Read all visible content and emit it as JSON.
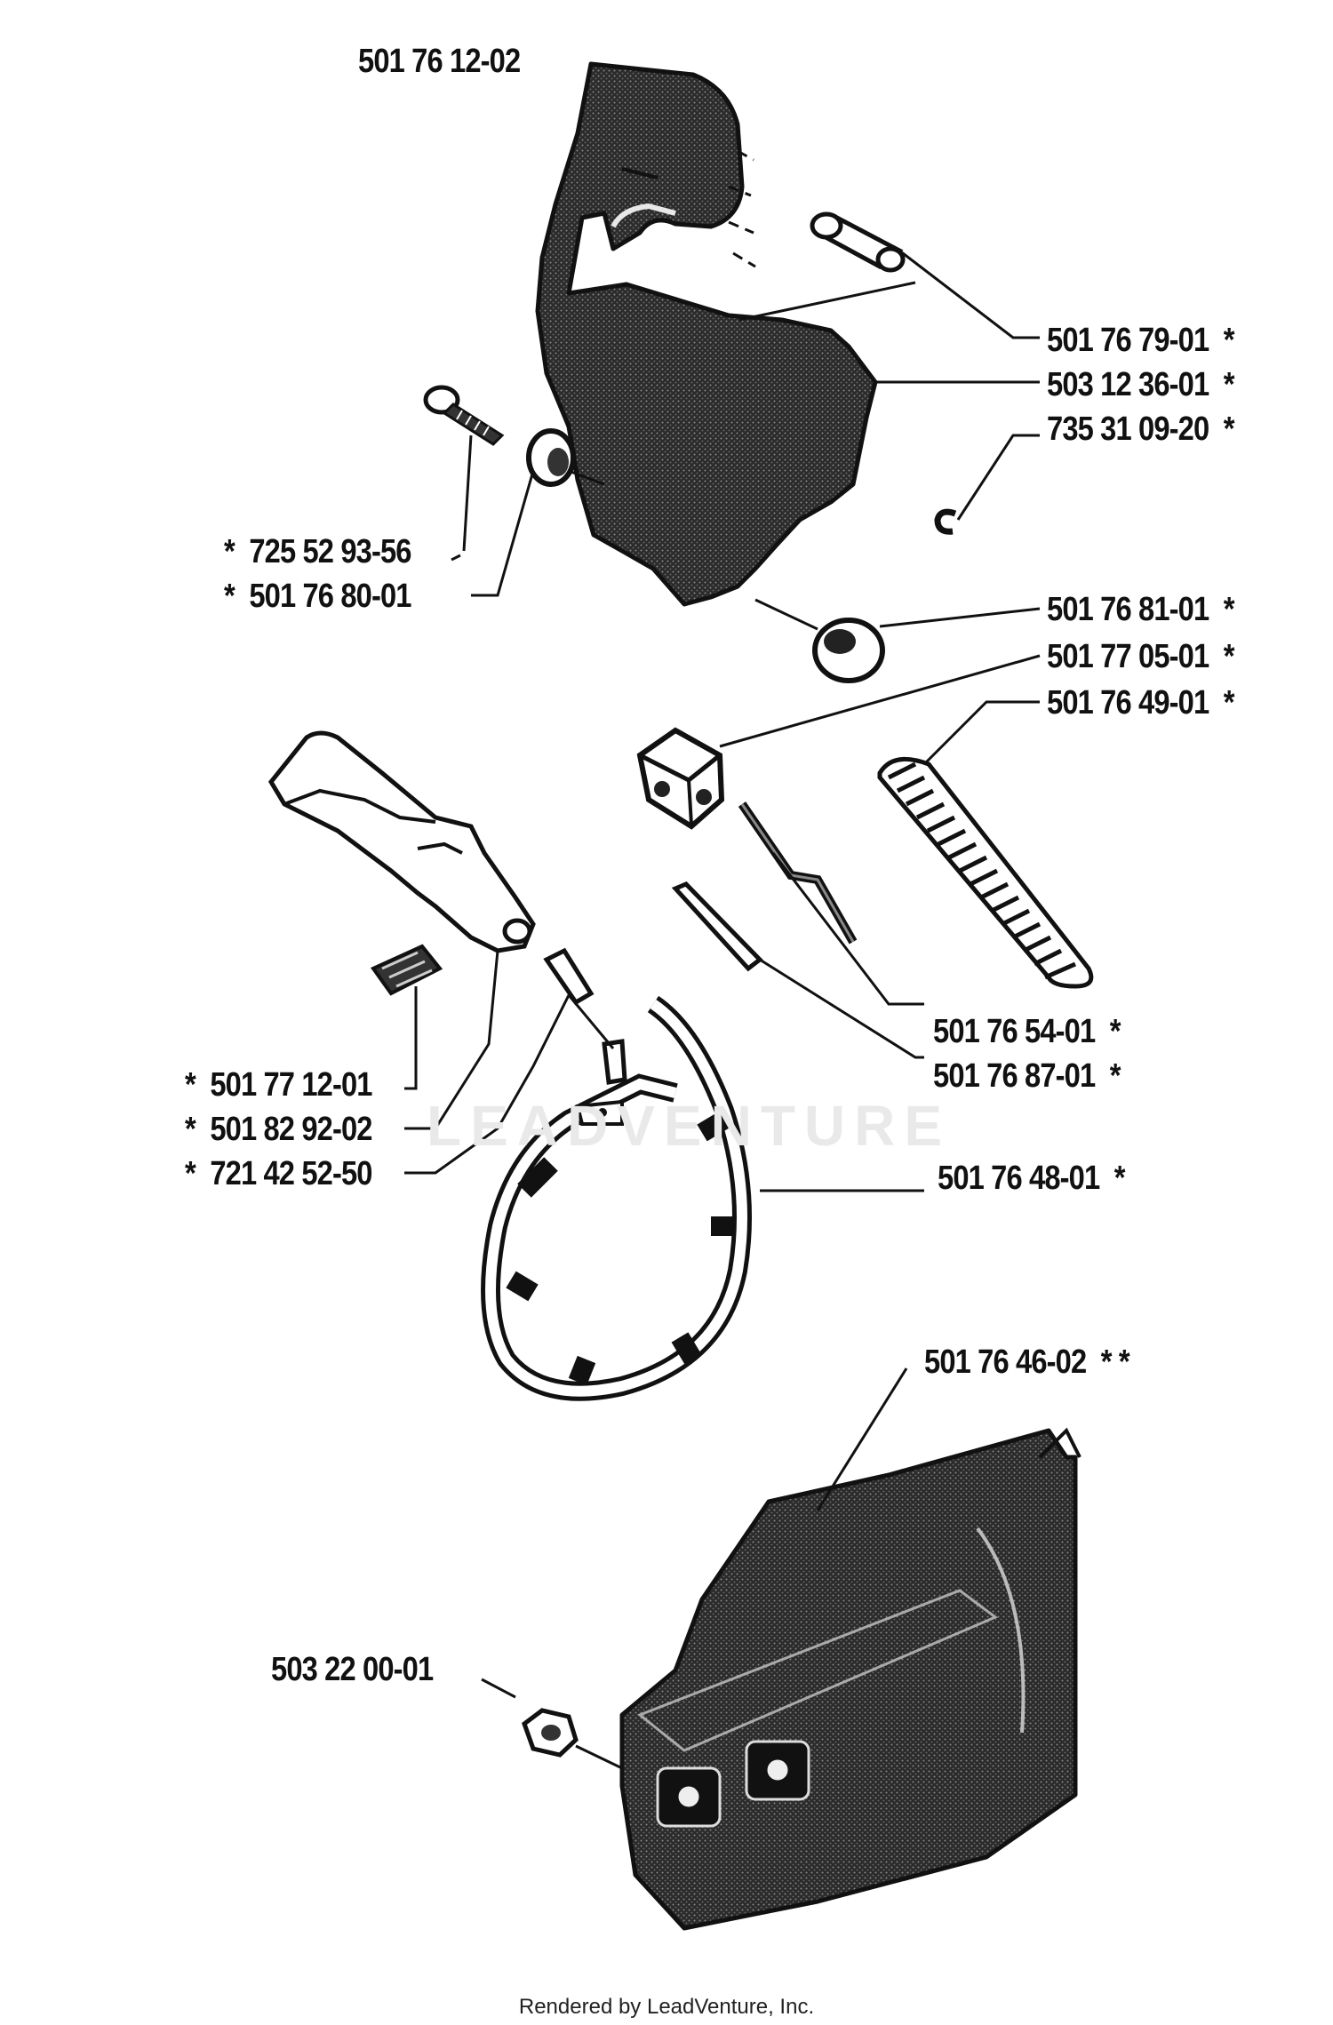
{
  "diagram": {
    "colors": {
      "ink": "#111111",
      "part_fill": "#2a2a2a",
      "stipple": "#6a6a6a",
      "watermark": "#e6e6e6"
    },
    "watermark": "LEADVENTURE",
    "footer": "Rendered by LeadVenture, Inc.",
    "labels": [
      {
        "id": "501-76-12-02",
        "text": "501 76 12-02",
        "prefix": "",
        "suffix": ""
      },
      {
        "id": "501-76-79-01",
        "text": "501 76 79-01",
        "prefix": "",
        "suffix": "*"
      },
      {
        "id": "503-12-36-01",
        "text": "503 12 36-01",
        "prefix": "",
        "suffix": "*"
      },
      {
        "id": "735-31-09-20",
        "text": "735 31 09-20",
        "prefix": "",
        "suffix": "*"
      },
      {
        "id": "725-52-93-56",
        "text": "725 52 93-56",
        "prefix": "*",
        "suffix": ""
      },
      {
        "id": "501-76-80-01",
        "text": "501 76 80-01",
        "prefix": "*",
        "suffix": ""
      },
      {
        "id": "501-76-81-01",
        "text": "501 76 81-01",
        "prefix": "",
        "suffix": "*"
      },
      {
        "id": "501-77-05-01",
        "text": "501 77 05-01",
        "prefix": "",
        "suffix": "*"
      },
      {
        "id": "501-76-49-01",
        "text": "501 76 49-01",
        "prefix": "",
        "suffix": "*"
      },
      {
        "id": "501-76-54-01",
        "text": "501 76 54-01",
        "prefix": "",
        "suffix": "*"
      },
      {
        "id": "501-76-87-01",
        "text": "501 76 87-01",
        "prefix": "",
        "suffix": "*"
      },
      {
        "id": "501-77-12-01",
        "text": "501 77 12-01",
        "prefix": "*",
        "suffix": ""
      },
      {
        "id": "501-82-92-02",
        "text": "501 82 92-02",
        "prefix": "*",
        "suffix": ""
      },
      {
        "id": "721-42-52-50",
        "text": "721 42 52-50",
        "prefix": "*",
        "suffix": ""
      },
      {
        "id": "501-76-48-01",
        "text": "501 76 48-01",
        "prefix": "",
        "suffix": "*"
      },
      {
        "id": "501-76-46-02",
        "text": "501 76 46-02",
        "prefix": "",
        "suffix": "* *"
      },
      {
        "id": "503-22-00-01",
        "text": "503 22 00-01",
        "prefix": "",
        "suffix": ""
      }
    ]
  }
}
